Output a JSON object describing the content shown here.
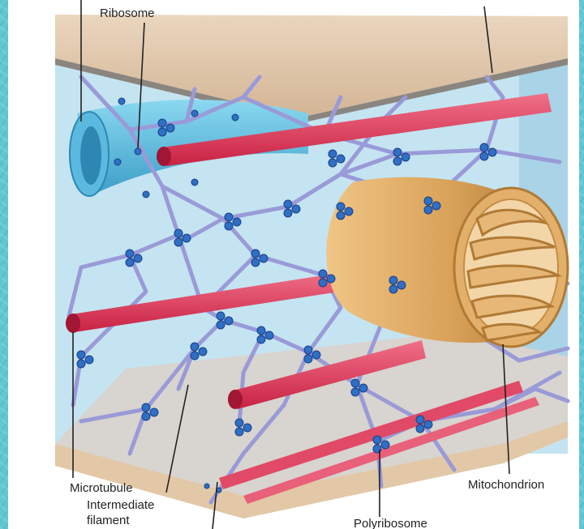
{
  "colors": {
    "background": "#62c7d1",
    "cytosol": "#c4e4f1",
    "microtubule": "#e23a57",
    "intermediate_filament": "#9a9ad8",
    "ribosome": "#2f6fc4",
    "mitochondrion": "#dca55c",
    "membrane": "#d9c0a4",
    "smooth_er": "#6cc4e3"
  },
  "labels": {
    "ribosome": "Ribosome",
    "microtubule": "Microtubule",
    "intermediate_filament": "Intermediate filament",
    "mitochondrion": "Mitochondrion",
    "polyribosome": "Polyribosome"
  }
}
